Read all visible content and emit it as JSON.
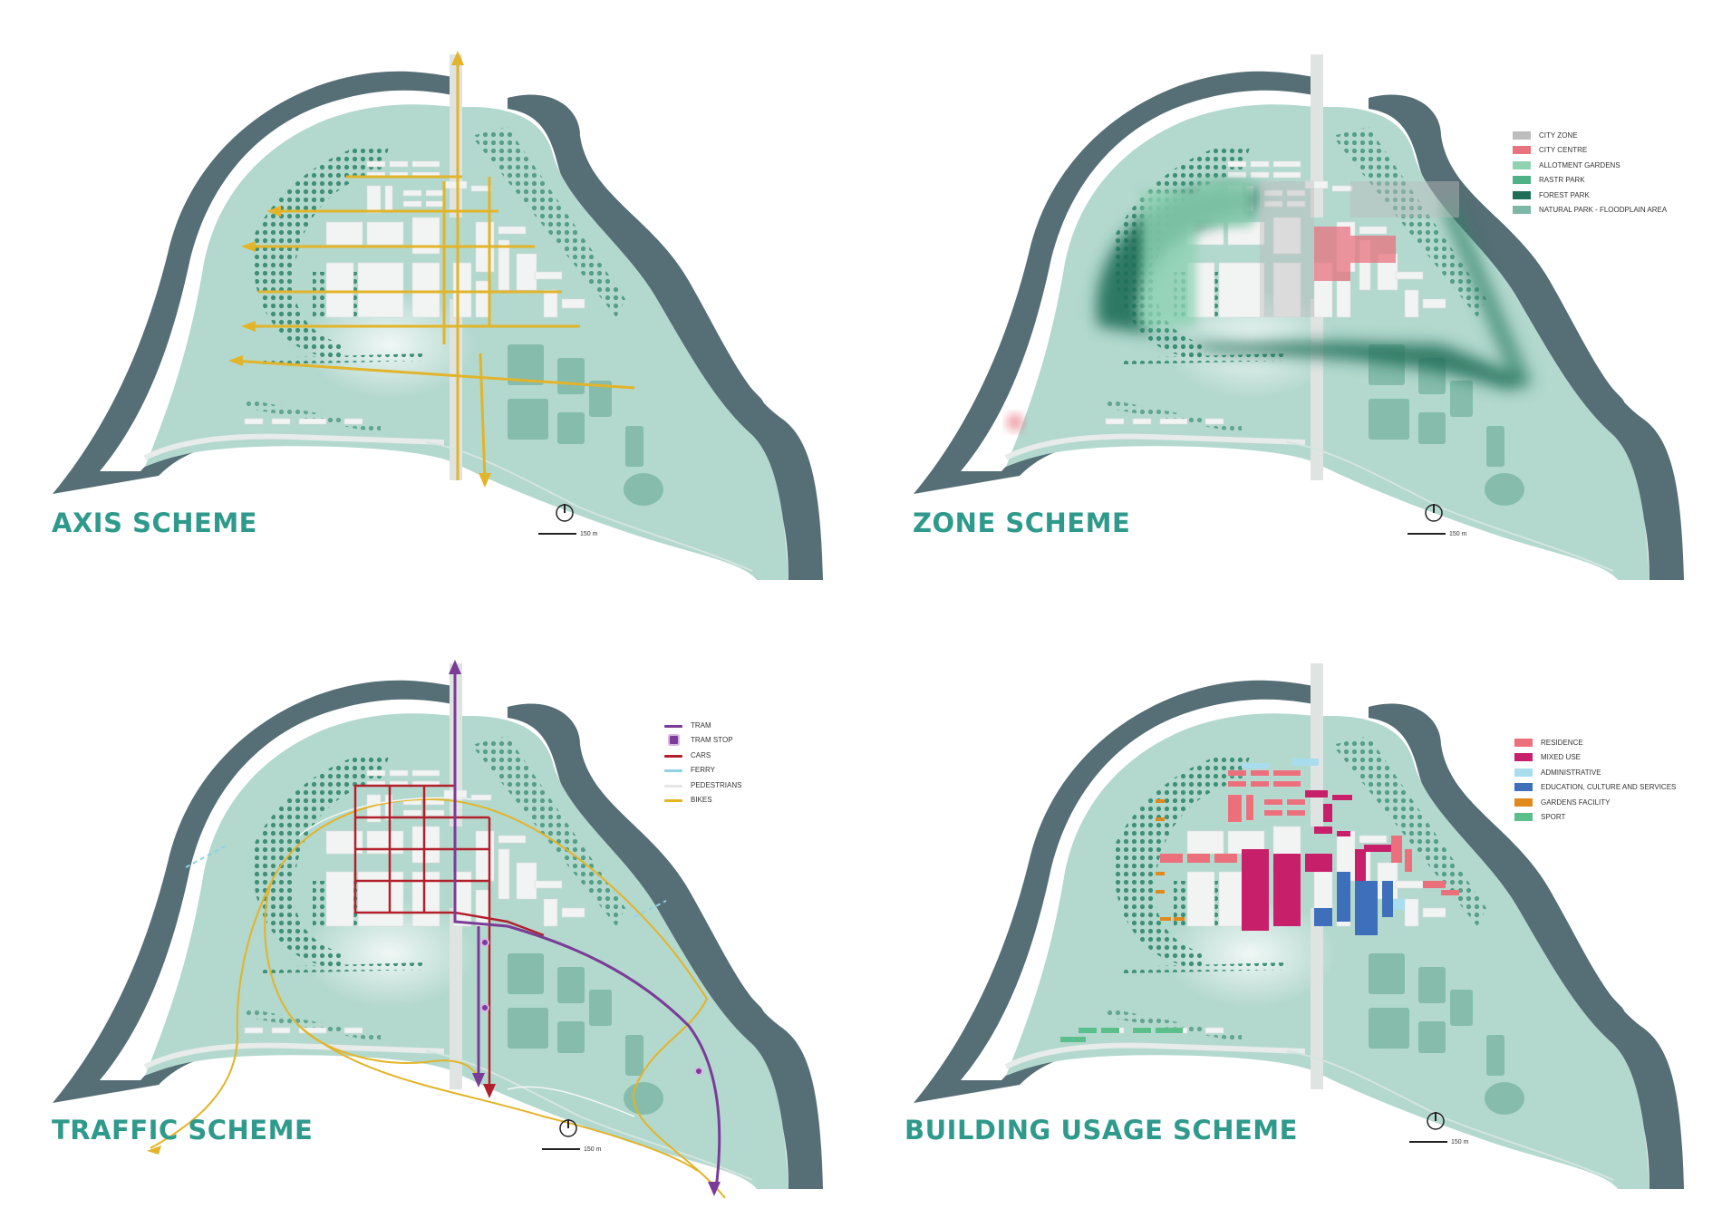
{
  "panels": {
    "axis": {
      "title": "AXIS SCHEME",
      "scale_label": "150 m"
    },
    "zone": {
      "title": "ZONE SCHEME",
      "scale_label": "150 m",
      "legend": [
        {
          "label": "CITY ZONE",
          "color": "#bdbdbd"
        },
        {
          "label": "CITY CENTRE",
          "color": "#e8737f"
        },
        {
          "label": "ALLOTMENT GARDENS",
          "color": "#8fd3b3"
        },
        {
          "label": "RASTR PARK",
          "color": "#4fb286"
        },
        {
          "label": "FOREST PARK",
          "color": "#1f6e57"
        },
        {
          "label": "NATURAL PARK - FLOODPLAIN AREA",
          "color": "#7db8a6"
        }
      ]
    },
    "traffic": {
      "title": "TRAFFIC SCHEME",
      "scale_label": "150 m",
      "legend": [
        {
          "label": "TRAM",
          "color": "#7a3c96",
          "kind": "line"
        },
        {
          "label": "TRAM STOP",
          "color": "#7a3c96",
          "kind": "stop"
        },
        {
          "label": "CARS",
          "color": "#b2202c",
          "kind": "line"
        },
        {
          "label": "FERRY",
          "color": "#8fd2e6",
          "kind": "line"
        },
        {
          "label": "PEDESTRIANS",
          "color": "#e6e6e6",
          "kind": "line"
        },
        {
          "label": "BIKES",
          "color": "#e2b42a",
          "kind": "line"
        }
      ]
    },
    "usage": {
      "title": "BUILDING USAGE SCHEME",
      "scale_label": "150 m",
      "legend": [
        {
          "label": "RESIDENCE",
          "color": "#ec6f7c"
        },
        {
          "label": "MIXED USE",
          "color": "#c81f6a"
        },
        {
          "label": "ADMINISTRATIVE",
          "color": "#a9dced"
        },
        {
          "label": "EDUCATION, CULTURE AND SERVICES",
          "color": "#3d6fba"
        },
        {
          "label": "GARDENS FACILITY",
          "color": "#e08a1e"
        },
        {
          "label": "SPORT",
          "color": "#5bbf8c"
        }
      ]
    }
  },
  "colors": {
    "river": "#566e75",
    "land": "#b3d8ce",
    "tree": "#3f8f76",
    "building": "#f2f4f3",
    "axis": "#e2b42a",
    "title": "#2f9a8c"
  },
  "icons": [
    "north-arrow-icon"
  ]
}
